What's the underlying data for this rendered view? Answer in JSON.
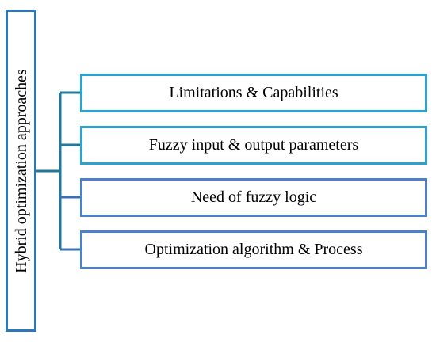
{
  "root": {
    "label": "Hybrid optimization approaches"
  },
  "children": [
    {
      "label": "Limitations & Capabilities"
    },
    {
      "label": "Fuzzy input & output parameters"
    },
    {
      "label": "Need of fuzzy logic"
    },
    {
      "label": "Optimization algorithm & Process"
    }
  ],
  "colors": {
    "root_border": "#2f78b7",
    "child_border_light": "#2aa3d1",
    "child_border_dark": "#4c7fcc",
    "connector": "#1f7a99"
  }
}
